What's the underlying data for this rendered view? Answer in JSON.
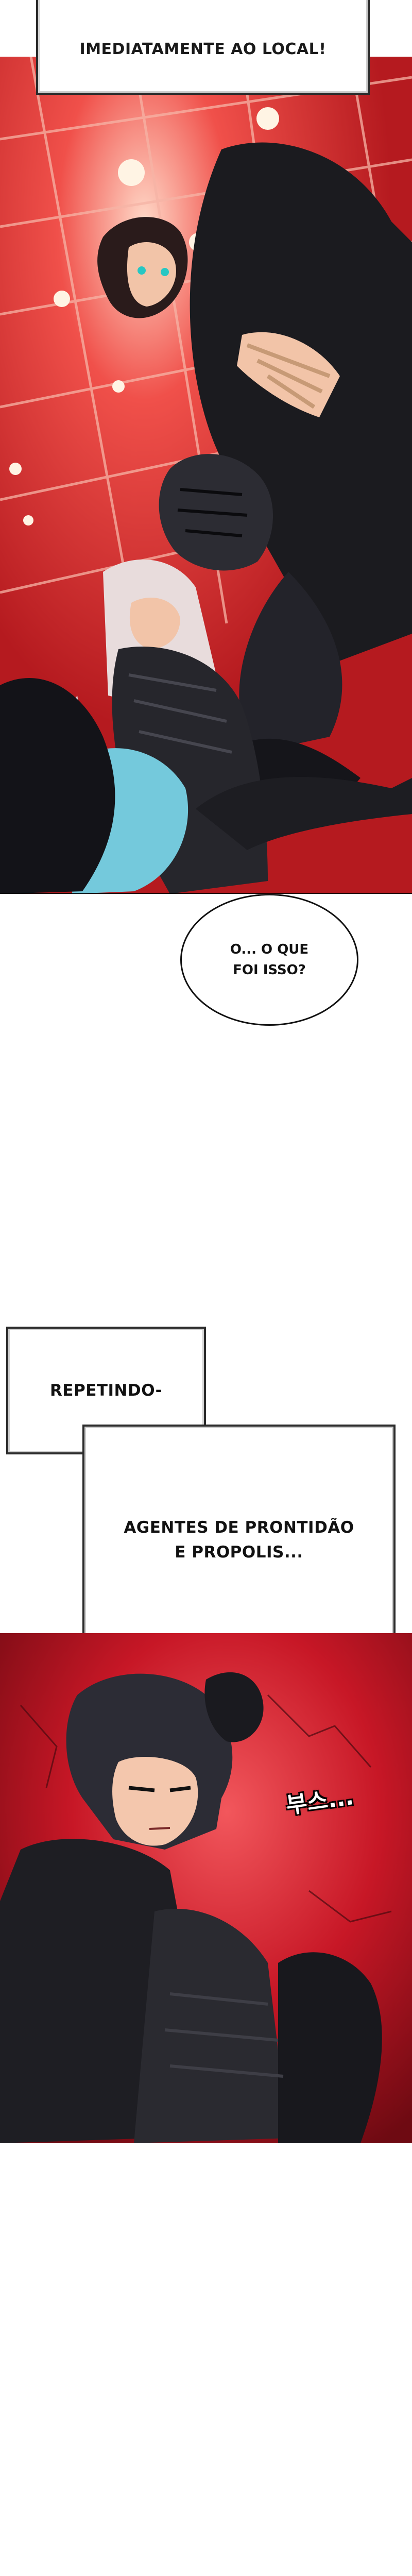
{
  "captions": {
    "top": "IMEDIATAMENTE AO LOCAL!",
    "repeat_label": "REPETINDO-",
    "agents_line": "AGENTES DE PRONTIDÃO\nE PROPOLIS..."
  },
  "bubbles": {
    "what_was_that": "O... O QUE\nFOI ISSO?"
  },
  "sfx": {
    "rustle": "부스..."
  },
  "colors": {
    "panel1_bg": "#e0302f",
    "panel2_bg": "#b0101c",
    "ink": "#111111"
  }
}
